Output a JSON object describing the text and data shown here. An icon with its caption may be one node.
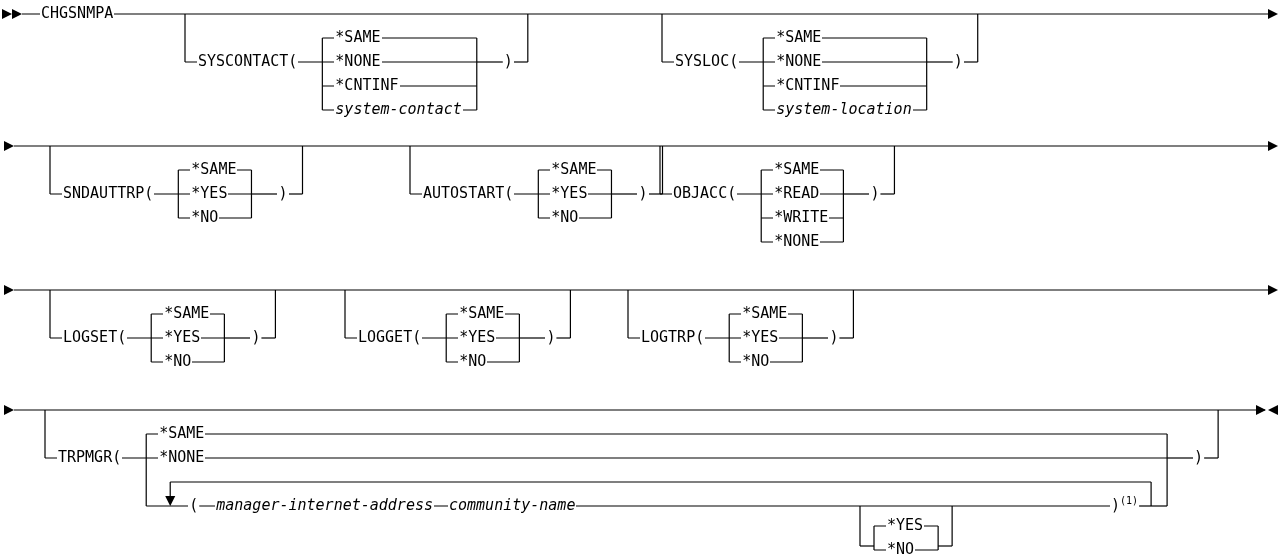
{
  "diagram": {
    "labels": [
      "CHGSNMPA",
      "SYSCONTACT(",
      "*SAME",
      "*NONE",
      "*CNTINF",
      "system-contact",
      ")",
      "SYSLOC(",
      "*SAME",
      "*NONE",
      "*CNTINF",
      "system-location",
      ")",
      "SNDAUTTRP(",
      "*SAME",
      "*YES",
      "*NO",
      ")",
      "AUTOSTART(",
      "*SAME",
      "*YES",
      "*NO",
      ")",
      "OBJACC(",
      "*SAME",
      "*READ",
      "*WRITE",
      "*NONE",
      ")",
      "LOGSET(",
      "*SAME",
      "*YES",
      "*NO",
      ")",
      "LOGGET(",
      "*SAME",
      "*YES",
      "*NO",
      ")",
      "LOGTRP(",
      "*SAME",
      "*YES",
      "*NO",
      ")",
      "TRPMGR(",
      "*SAME",
      "*NONE",
      "(",
      "manager-internet-address",
      "community-name",
      "*YES",
      "*NO",
      ")$^{(1)}$",
      ")"
    ]
  }
}
